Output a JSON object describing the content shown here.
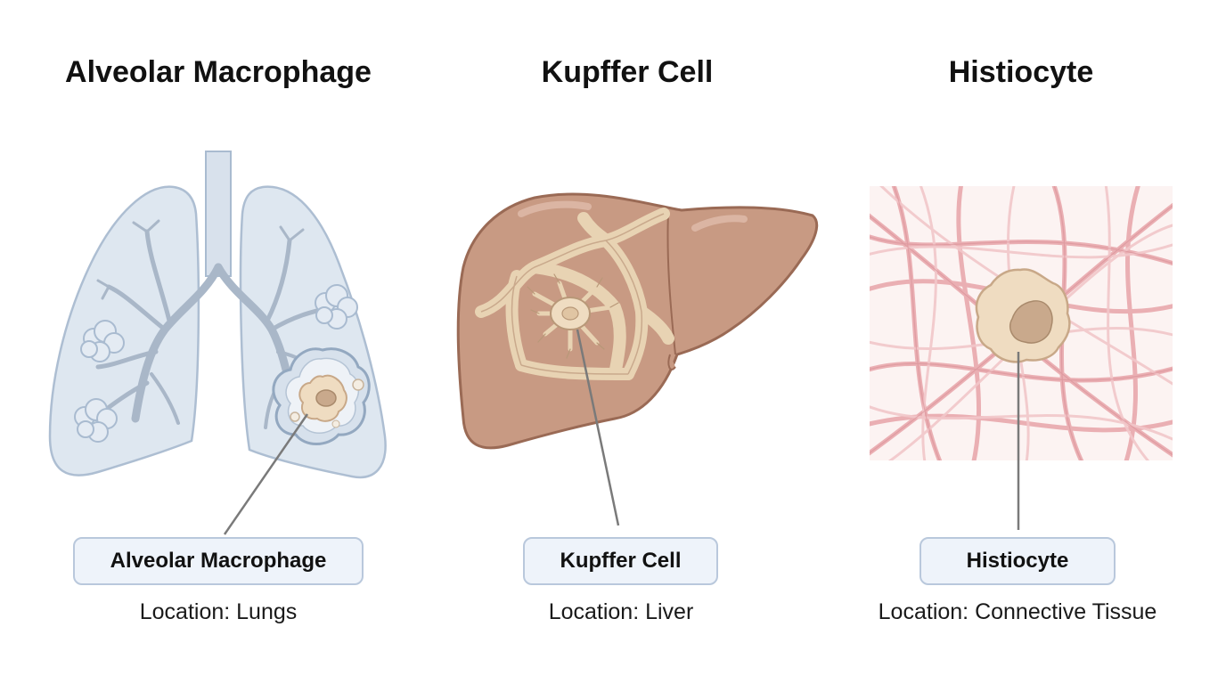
{
  "panels": [
    {
      "title": "Alveolar Macrophage",
      "label": "Alveolar Macrophage",
      "location": "Location: Lungs",
      "icon": "lungs-icon"
    },
    {
      "title": "Kupffer Cell",
      "label": "Kupffer Cell",
      "location": "Location: Liver",
      "icon": "liver-icon"
    },
    {
      "title": "Histiocyte",
      "label": "Histiocyte",
      "location": "Location: Connective Tissue",
      "icon": "connective-tissue-icon"
    }
  ],
  "colors": {
    "lung_fill": "#dde6f0",
    "lung_stroke": "#a9bbd0",
    "liver_fill": "#c89a83",
    "liver_stroke": "#9a6a55",
    "cell_fill": "#efdcc1",
    "tissue_fiber": "#e9a8ad",
    "label_fill": "#eef3fa",
    "label_stroke": "#b9c8dc"
  }
}
